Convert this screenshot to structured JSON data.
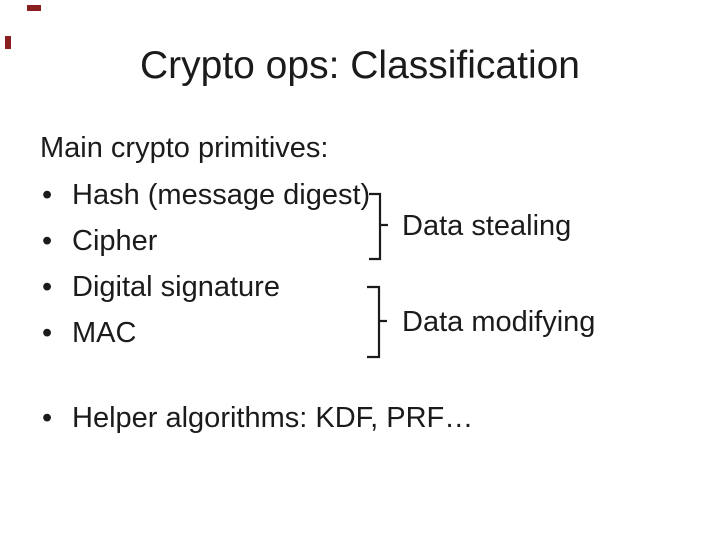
{
  "slide": {
    "title": "Crypto ops: Classification",
    "intro": "Main crypto primitives:",
    "bullet_char": "•",
    "primitives": [
      {
        "label": "Hash (message digest)"
      },
      {
        "label": "Cipher"
      },
      {
        "label": "Digital signature"
      },
      {
        "label": "MAC"
      }
    ],
    "groups": [
      {
        "label": "Data stealing"
      },
      {
        "label": "Data modifying"
      }
    ],
    "helper": "Helper algorithms: KDF, PRF…",
    "colors": {
      "text": "#1b1b1b",
      "background": "#ffffff",
      "corner_mark": "#8b1e1e"
    }
  }
}
